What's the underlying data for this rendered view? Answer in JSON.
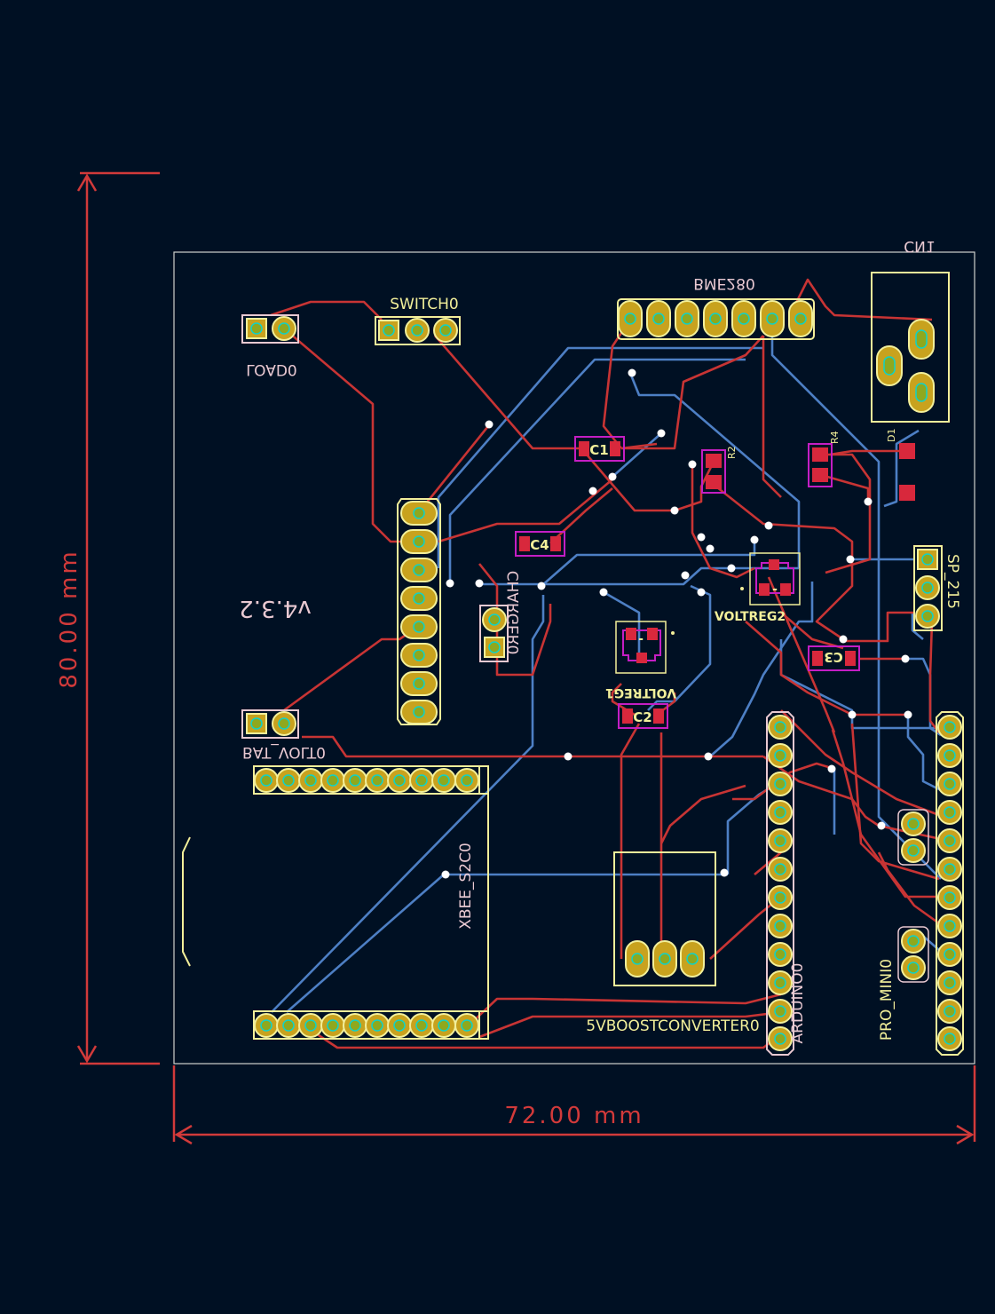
{
  "board": {
    "width_dimension": "72.00 mm",
    "height_dimension": "80.00 mm",
    "version": "v4.3.2"
  },
  "components": {
    "load": "LOAD0",
    "switch": "SWITCH0",
    "bme": "BME280",
    "cn1": "CN1",
    "d1": "D1",
    "r2": "R2",
    "r4": "R4",
    "c1": "C1",
    "c2": "C2",
    "c3": "C3",
    "c4": "C4",
    "charger": "CHARGER0",
    "voltreg1": "VOLTREG1",
    "voltreg2": "VOLTREG2",
    "sp215": "SP_215",
    "bat_volt": "BAT_VOLT0",
    "xbee": "XBEE_S2C0",
    "arduino": "ARDUINO0",
    "pro_mini": "PRO_MINI0",
    "boost": "5VBOOSTCONVERTER0"
  },
  "colors": {
    "background": "#001023",
    "front_copper": "#c83434",
    "back_copper": "#4d7fc4",
    "silkscreen": "#f2ef9a",
    "pad": "#c8a21e",
    "smd_outline": "#c41ec4",
    "dimension": "#d23a3a",
    "edge_cuts": "#d0d2cd"
  }
}
